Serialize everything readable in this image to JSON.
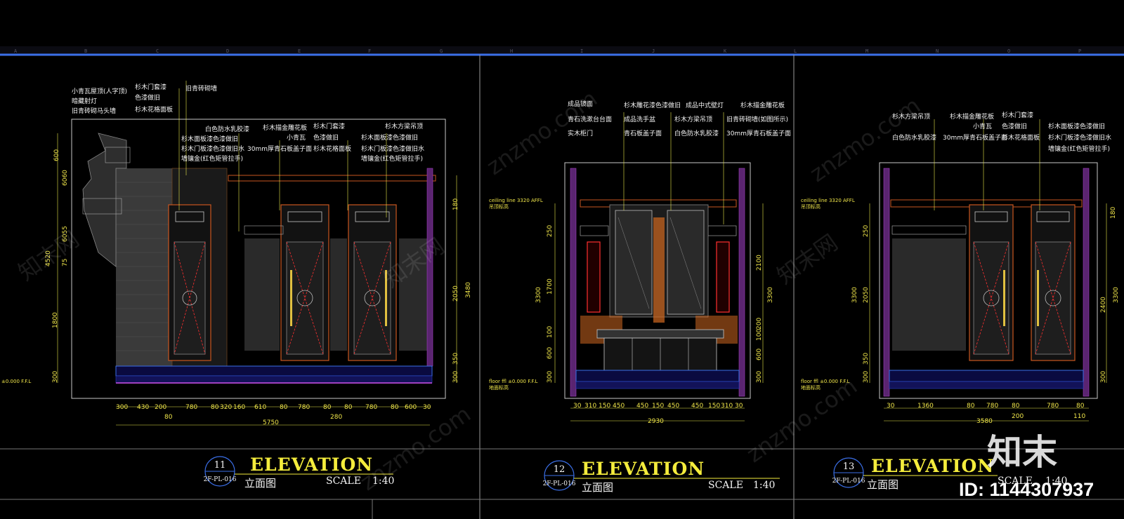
{
  "axis_letters": [
    "A",
    "B",
    "C",
    "D",
    "E",
    "F",
    "G",
    "H",
    "I",
    "J",
    "K",
    "L",
    "M",
    "N",
    "O",
    "P"
  ],
  "watermark": "znzmo.com",
  "watermark_cn": "知末网",
  "logo": "知末",
  "id_label": "ID: 1144307937",
  "elevations": [
    {
      "number": "11",
      "ref": "2F-PL-016",
      "title": "ELEVATION",
      "subtitle": "立面图",
      "scale_label": "SCALE",
      "scale_value": "1:40",
      "annotations": [
        "小青瓦屋顶(人字顶)",
        "暗藏射灯",
        "旧青砖砌马头墙",
        "杉木门套漆",
        "色漆做旧",
        "杉木花格面板",
        "旧青砖砌墙",
        "白色防水乳胶漆",
        "杉木面板漆色漆做旧",
        "杉木门板漆色漆做旧水",
        "墙镶金(红色矩管拉手)",
        "杉木描金雕花板",
        "小青瓦",
        "30mm厚青石板盖子面",
        "杉木门套漆",
        "色漆做旧",
        "杉木花格面板",
        "杉木方梁吊顶",
        "杉木面板漆色漆做旧",
        "杉木门板漆色漆做旧水",
        "墙镶金(红色矩管拉手)"
      ],
      "level_label": "±0.000 F.F.L",
      "vdims_left": [
        "4520",
        "1800",
        "300",
        "6060",
        "6055",
        "600",
        "75"
      ],
      "vdims_right": [
        "3480",
        "2050",
        "350",
        "300",
        "180"
      ],
      "hdims": [
        "300",
        "430",
        "200",
        "780",
        "80",
        "320",
        "160",
        "610",
        "80",
        "780",
        "80",
        "80",
        "780",
        "80",
        "600",
        "30"
      ],
      "sub_totals": [
        "80",
        "280"
      ],
      "total": "5750"
    },
    {
      "number": "12",
      "ref": "2F-PL-016",
      "title": "ELEVATION",
      "subtitle": "立面图",
      "scale_label": "SCALE",
      "scale_value": "1:40",
      "annotations": [
        "成品镜面",
        "青石洗漱台台面",
        "实木柜门",
        "杉木雕花漆色漆做旧",
        "成品洗手盆",
        "青石板盖子面",
        "成品中式壁灯",
        "杉木方梁吊顶",
        "白色防水乳胶漆",
        "杉木描金雕花板",
        "旧青砖砌墙(如图所示)",
        "30mm厚青石板盖子面"
      ],
      "ceiling_label": "ceiling line 3320 AFFL",
      "ceiling_cn": "吊顶标高",
      "floor_label": "floor ffl ±0.000 F.F.L",
      "floor_cn": "地面标高",
      "vdims_left": [
        "3300",
        "250",
        "1700",
        "100",
        "600",
        "300"
      ],
      "vdims_right": [
        "3300",
        "2100",
        "200",
        "100",
        "600",
        "300"
      ],
      "hdims": [
        "30",
        "310",
        "150",
        "450",
        "450",
        "150",
        "450",
        "450",
        "150",
        "310",
        "30"
      ],
      "total": "2930"
    },
    {
      "number": "13",
      "ref": "2F-PL-016",
      "title": "ELEVATION",
      "subtitle": "立面图",
      "scale_label": "SCALE",
      "scale_value": "1:40",
      "annotations": [
        "杉木方梁吊顶",
        "白色防水乳胶漆",
        "杉木描金雕花板",
        "小青瓦",
        "30mm厚青石板盖子面",
        "杉木门套漆",
        "色漆做旧",
        "杉木花格面板",
        "杉木面板漆色漆做旧",
        "杉木门板漆色漆做旧水",
        "墙镶金(红色矩管拉手)"
      ],
      "ceiling_label": "ceiling line 3320 AFFL",
      "ceiling_cn": "吊顶标高",
      "floor_label": "floor ffl ±0.000 F.F.L",
      "floor_cn": "地面标高",
      "vdims_left": [
        "3300",
        "250",
        "2050",
        "350",
        "300"
      ],
      "vdims_right": [
        "3300",
        "2400",
        "300",
        "180"
      ],
      "hdims": [
        "30",
        "1360",
        "80",
        "780",
        "80",
        "780",
        "80"
      ],
      "sub_totals": [
        "200",
        "110"
      ],
      "total": "3580"
    }
  ]
}
